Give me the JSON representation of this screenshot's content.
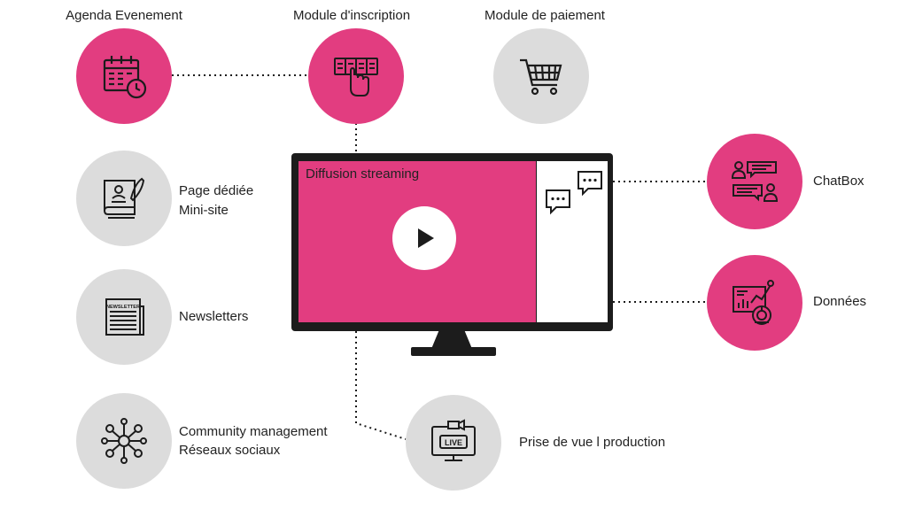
{
  "nodes": {
    "agenda": {
      "label": "Agenda Evenement",
      "icon": "calendar-clock-icon",
      "color": "#e23d80"
    },
    "inscription": {
      "label": "Module d'inscription",
      "icon": "registration-form-icon",
      "color": "#e23d80"
    },
    "paiement": {
      "label": "Module de paiement",
      "icon": "shopping-cart-icon",
      "color": "#dcdcdc"
    },
    "page": {
      "label_line1": "Page dédiée",
      "label_line2": "Mini-site",
      "icon": "book-profile-icon",
      "color": "#dcdcdc"
    },
    "newsletters": {
      "label": "Newsletters",
      "icon": "newspaper-icon",
      "icon_text": "NEWSLETTER",
      "color": "#dcdcdc"
    },
    "community": {
      "label_line1": "Community management",
      "label_line2": "Réseaux sociaux",
      "icon": "social-network-icon",
      "color": "#dcdcdc"
    },
    "production": {
      "label": "Prise de vue l production",
      "icon": "live-camera-icon",
      "icon_text": "LIVE",
      "color": "#dcdcdc"
    },
    "chatbox": {
      "label": "ChatBox",
      "icon": "chat-people-icon",
      "color": "#e23d80"
    },
    "donnees": {
      "label": "Données",
      "icon": "data-analytics-icon",
      "color": "#e23d80"
    }
  },
  "monitor": {
    "title": "Diffusion streaming",
    "play_icon": "play-icon",
    "chat_icon": "chat-bubble-icon",
    "screen_color": "#e23d80",
    "frame_color": "#1c1c1c"
  }
}
